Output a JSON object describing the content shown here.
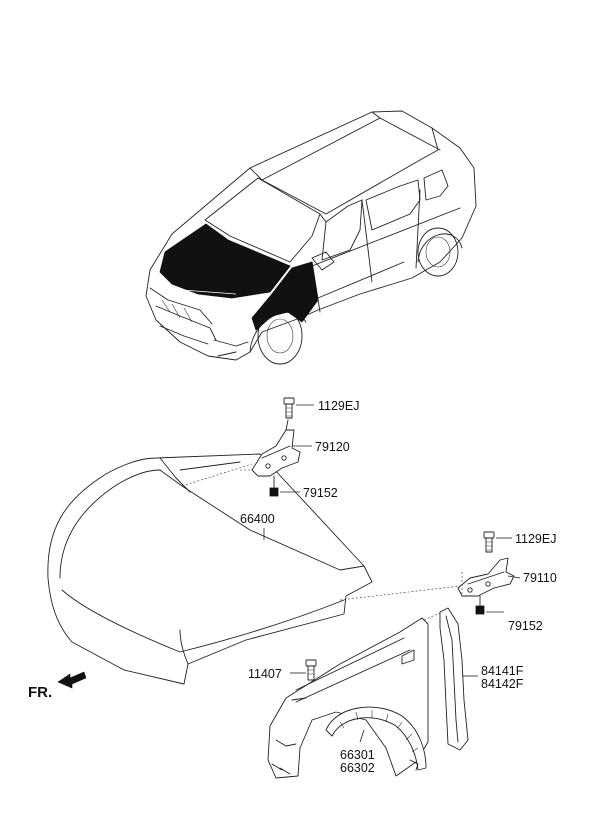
{
  "callouts": {
    "bolt_top": "1129EJ",
    "hinge_left": "79120",
    "nut_left": "79152",
    "hood": "66400",
    "bolt_right": "1129EJ",
    "hinge_right": "79110",
    "nut_right": "79152",
    "fender_bolt": "11407",
    "seal_1": "84141F",
    "seal_2": "84142F",
    "liner_1": "66301",
    "liner_2": "66302"
  },
  "direction": {
    "front_label": "FR."
  },
  "colors": {
    "line": "#222222",
    "highlight": "#111111",
    "background": "#ffffff"
  },
  "icons": {
    "front_direction": "front-arrow-icon"
  }
}
